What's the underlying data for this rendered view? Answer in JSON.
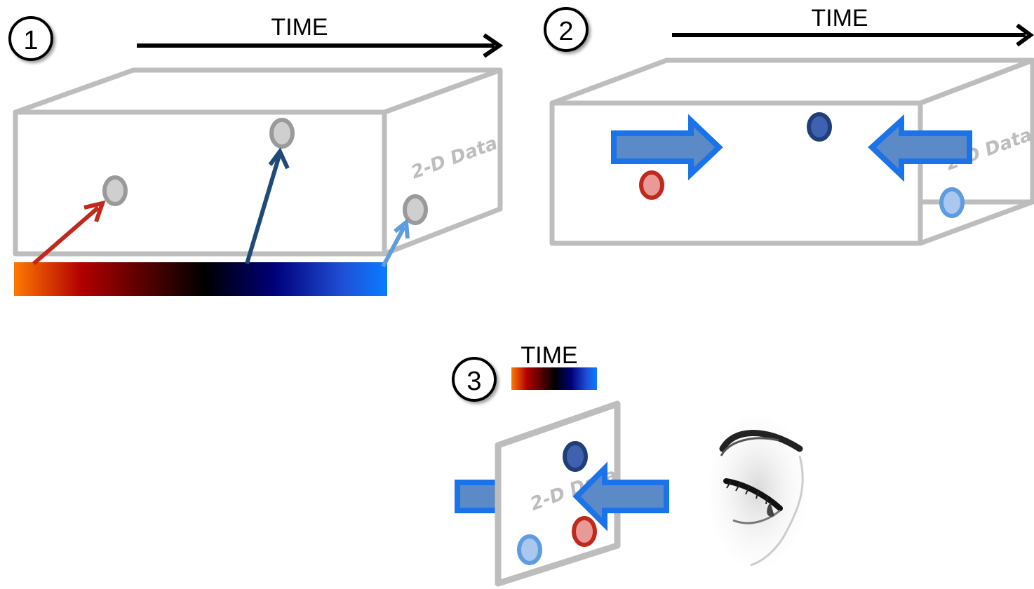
{
  "panels": {
    "panel1": {
      "step": "1",
      "time_label": "TIME",
      "face_label": "2-D Data"
    },
    "panel2": {
      "step": "2",
      "time_label": "TIME",
      "face_label": "2-D Data"
    },
    "panel3": {
      "step": "3",
      "time_label": "TIME",
      "face_label": "2-D Data"
    }
  },
  "colors": {
    "box_edge": "#bdbdbd",
    "arrow_blue": "#1a73e8",
    "arrow_fill": "#5b8ac6",
    "dot_red": "#c0291c",
    "dot_dark_blue": "#2a4d8f",
    "dot_light_blue": "#5f9bdf",
    "dot_gray": "#9a9a9a"
  },
  "gradient_stops": [
    "#ff7a00",
    "#b20000",
    "#000000",
    "#00007a",
    "#1f4fd6",
    "#0a7cff"
  ],
  "icons": [
    "eye-icon"
  ]
}
